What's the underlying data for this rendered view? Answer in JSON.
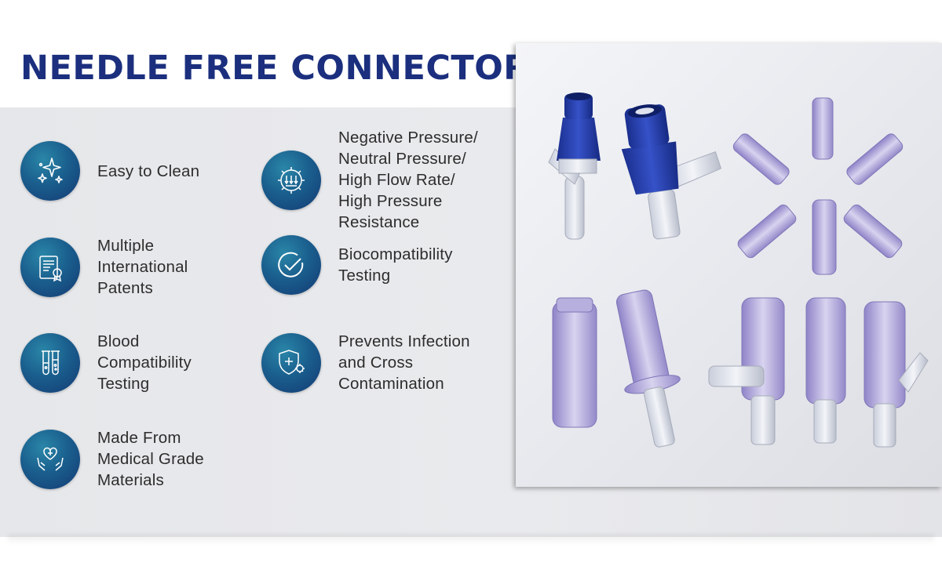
{
  "title": "NEEDLE FREE CONNECTOR",
  "features": [
    {
      "label": "Easy to Clean",
      "icon": "sparkles-icon"
    },
    {
      "label": "Negative Pressure/\nNeutral Pressure/\nHigh Flow Rate/\nHigh Pressure\nResistance",
      "icon": "pressure-gear-icon"
    },
    {
      "label": "Multiple\nInternational\nPatents",
      "icon": "patent-certificate-icon"
    },
    {
      "label": "Biocompatibility\nTesting",
      "icon": "checkmark-icon"
    },
    {
      "label": "Blood\nCompatibility\nTesting",
      "icon": "test-tubes-icon"
    },
    {
      "label": "Prevents Infection\nand Cross\nContamination",
      "icon": "shield-virus-icon"
    },
    {
      "label": "Made From\nMedical Grade\nMaterials",
      "icon": "hands-heart-icon"
    }
  ],
  "colors": {
    "title": "#1b2f7e",
    "icon_gradient": [
      "#2a86a8",
      "#143a74"
    ],
    "panel_background": "#e7e8eb",
    "connector_blue": "#1f3ea8",
    "connector_purple": "#8f83c8"
  }
}
